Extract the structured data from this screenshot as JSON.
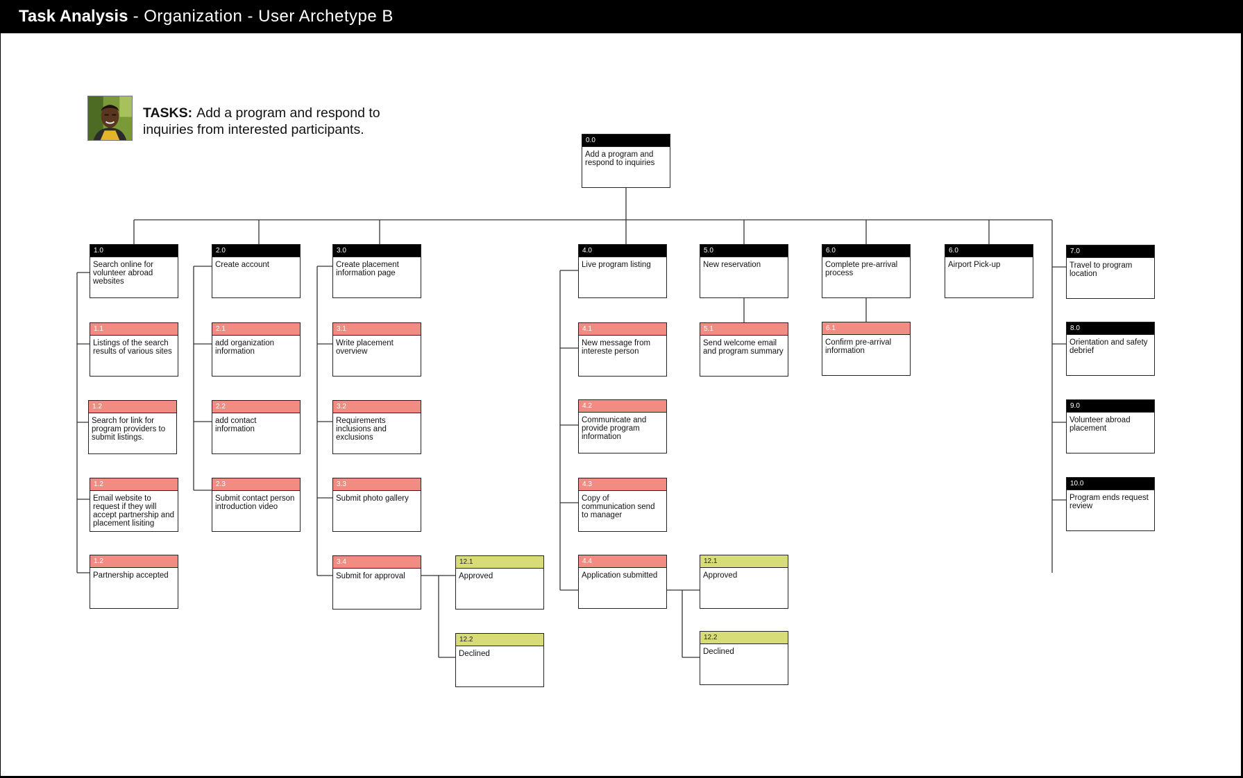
{
  "header": {
    "title_bold": "Task Analysis",
    "title_rest": " - Organization - User Archetype B"
  },
  "persona": {
    "avatar_icon": "person-photo",
    "tasks_label": "TASKS:",
    "tasks_text": "Add a program and respond to inquiries from interested participants."
  },
  "colors": {
    "black_header": "#000000",
    "red_header": "#f08c82",
    "yellow_header": "#d7dc78"
  },
  "nodes": {
    "root": {
      "id": "0.0",
      "label": "Add a program and respond to inquiries"
    },
    "n1_0": {
      "id": "1.0",
      "label": "Search online for volunteer abroad websites"
    },
    "n1_1": {
      "id": "1.1",
      "label": "Listings of the search results of various sites"
    },
    "n1_2a": {
      "id": "1.2",
      "label": "Search for link for program providers to submit listings."
    },
    "n1_2b": {
      "id": "1.2",
      "label": "Email website to request if they will accept partnership and placement lisiting"
    },
    "n1_2c": {
      "id": "1.2",
      "label": "Partnership accepted"
    },
    "n2_0": {
      "id": "2.0",
      "label": "Create account"
    },
    "n2_1": {
      "id": "2.1",
      "label": "add organization information"
    },
    "n2_2": {
      "id": "2.2",
      "label": "add contact information"
    },
    "n2_3": {
      "id": "2.3",
      "label": "Submit contact person introduction video"
    },
    "n3_0": {
      "id": "3.0",
      "label": "Create placement information page"
    },
    "n3_1": {
      "id": "3.1",
      "label": "Write placement overview"
    },
    "n3_2": {
      "id": "3.2",
      "label": "Requirements inclusions and exclusions"
    },
    "n3_3": {
      "id": "3.3",
      "label": "Submit photo gallery"
    },
    "n3_4": {
      "id": "3.4",
      "label": "Submit for approval"
    },
    "n3_a": {
      "id": "12.1",
      "label": "Approved"
    },
    "n3_d": {
      "id": "12.2",
      "label": "Declined"
    },
    "n4_0": {
      "id": "4.0",
      "label": "Live program listing"
    },
    "n4_1": {
      "id": "4.1",
      "label": "New message from intereste person"
    },
    "n4_2": {
      "id": "4.2",
      "label": "Communicate and provide program information"
    },
    "n4_3": {
      "id": "4.3",
      "label": "Copy of communication send to manager"
    },
    "n4_4": {
      "id": "4.4",
      "label": "Application submitted"
    },
    "n4_a": {
      "id": "12.1",
      "label": "Approved"
    },
    "n4_d": {
      "id": "12.2",
      "label": "Declined"
    },
    "n5_0": {
      "id": "5.0",
      "label": "New reservation"
    },
    "n5_1": {
      "id": "5.1",
      "label": "Send welcome email and program summary"
    },
    "n6_0": {
      "id": "6.0",
      "label": "Complete pre-arrival process"
    },
    "n6_1": {
      "id": "6.1",
      "label": "Confirm pre-arrival information"
    },
    "n6_b": {
      "id": "6.0",
      "label": "Airport Pick-up"
    },
    "n7_0": {
      "id": "7.0",
      "label": "Travel to program location"
    },
    "n8_0": {
      "id": "8.0",
      "label": "Orientation and safety debrief"
    },
    "n9_0": {
      "id": "9.0",
      "label": "Volunteer abroad placement"
    },
    "n10_0": {
      "id": "10.0",
      "label": "Program ends request review"
    }
  }
}
